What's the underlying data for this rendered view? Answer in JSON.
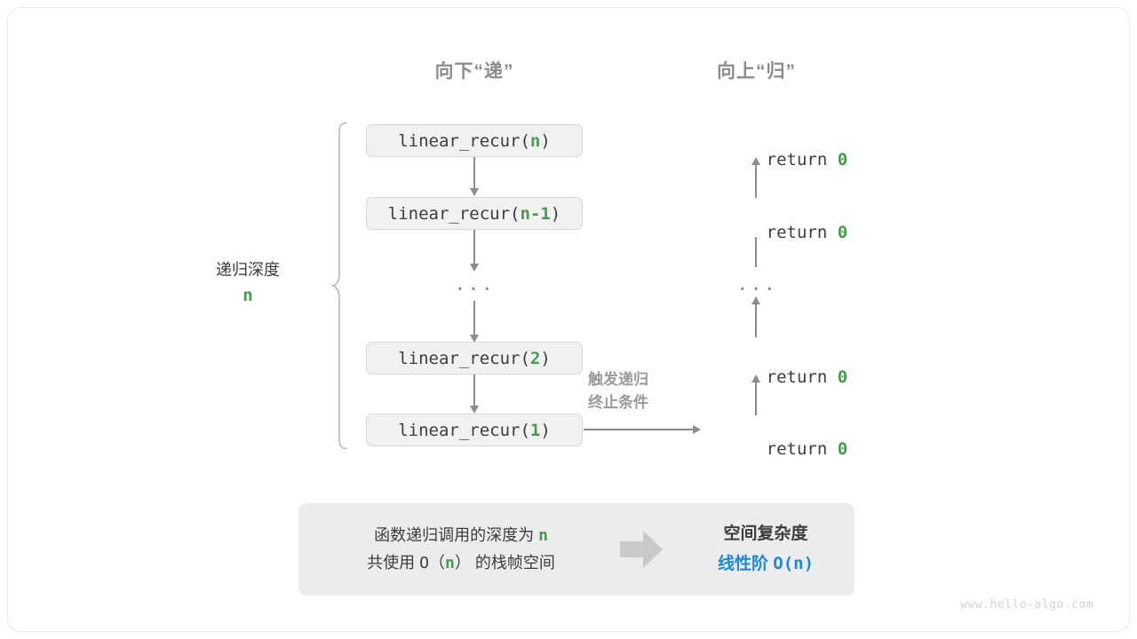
{
  "headers": {
    "down": "向下“递”",
    "up": "向上“归”"
  },
  "depth": {
    "label": "递归深度",
    "value": "n"
  },
  "calls": [
    {
      "prefix": "linear_recur(",
      "arg": "n",
      "suffix": ")"
    },
    {
      "prefix": "linear_recur(",
      "arg": "n-1",
      "suffix": ")"
    },
    {
      "prefix": "linear_recur(",
      "arg": "2",
      "suffix": ")"
    },
    {
      "prefix": "linear_recur(",
      "arg": "1",
      "suffix": ")"
    }
  ],
  "ellipsis": "...",
  "returns": [
    {
      "keyword": "return ",
      "value": "0"
    },
    {
      "keyword": "return ",
      "value": "0"
    },
    {
      "keyword": "return ",
      "value": "0"
    },
    {
      "keyword": "return ",
      "value": "0"
    }
  ],
  "trigger_note": {
    "line1": "触发递归",
    "line2": "终止条件"
  },
  "summary": {
    "left_line1_pre": "函数递归调用的深度为 ",
    "left_line1_n": "n",
    "left_line2_pre": "共使用 ",
    "left_line2_o": "O（",
    "left_line2_n": "n",
    "left_line2_close": "）",
    "left_line2_post": " 的栈帧空间",
    "right_title": "空间复杂度",
    "right_value_label": "线性阶 ",
    "right_value_expr": "O(n)"
  },
  "watermark": "www.hello-algo.com",
  "colors": {
    "accent_green": "#479a4f",
    "accent_blue": "#1e8ad6",
    "arrow_gray": "#8c8c8c",
    "box_fill": "#f1f1f1",
    "panel_fill": "#ececec",
    "text_dark": "#3d3d3d",
    "header_gray": "#8c8c8c"
  }
}
